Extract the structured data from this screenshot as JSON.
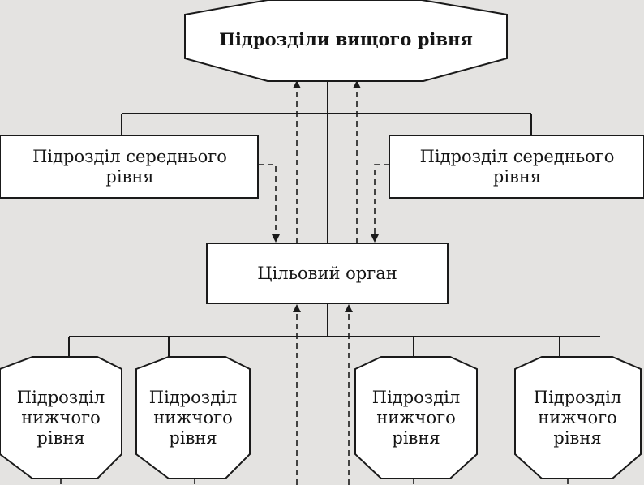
{
  "nodes": {
    "top": "Підрозділи вищого рівня",
    "mid_left": "Підрозділ середнього рівня",
    "mid_right": "Підрозділ середнього рівня",
    "target": "Цільовий орган",
    "low_1": "Підрозділ нижчого рівня",
    "low_2": "Підрозділ нижчого рівня",
    "low_3": "Підрозділ нижчого рівня",
    "low_4": "Підрозділ нижчого рівня"
  },
  "colors": {
    "background": "#e4e3e1",
    "box": "#ffffff",
    "line": "#1a1a1a",
    "bg_text": "#8d8b88"
  }
}
